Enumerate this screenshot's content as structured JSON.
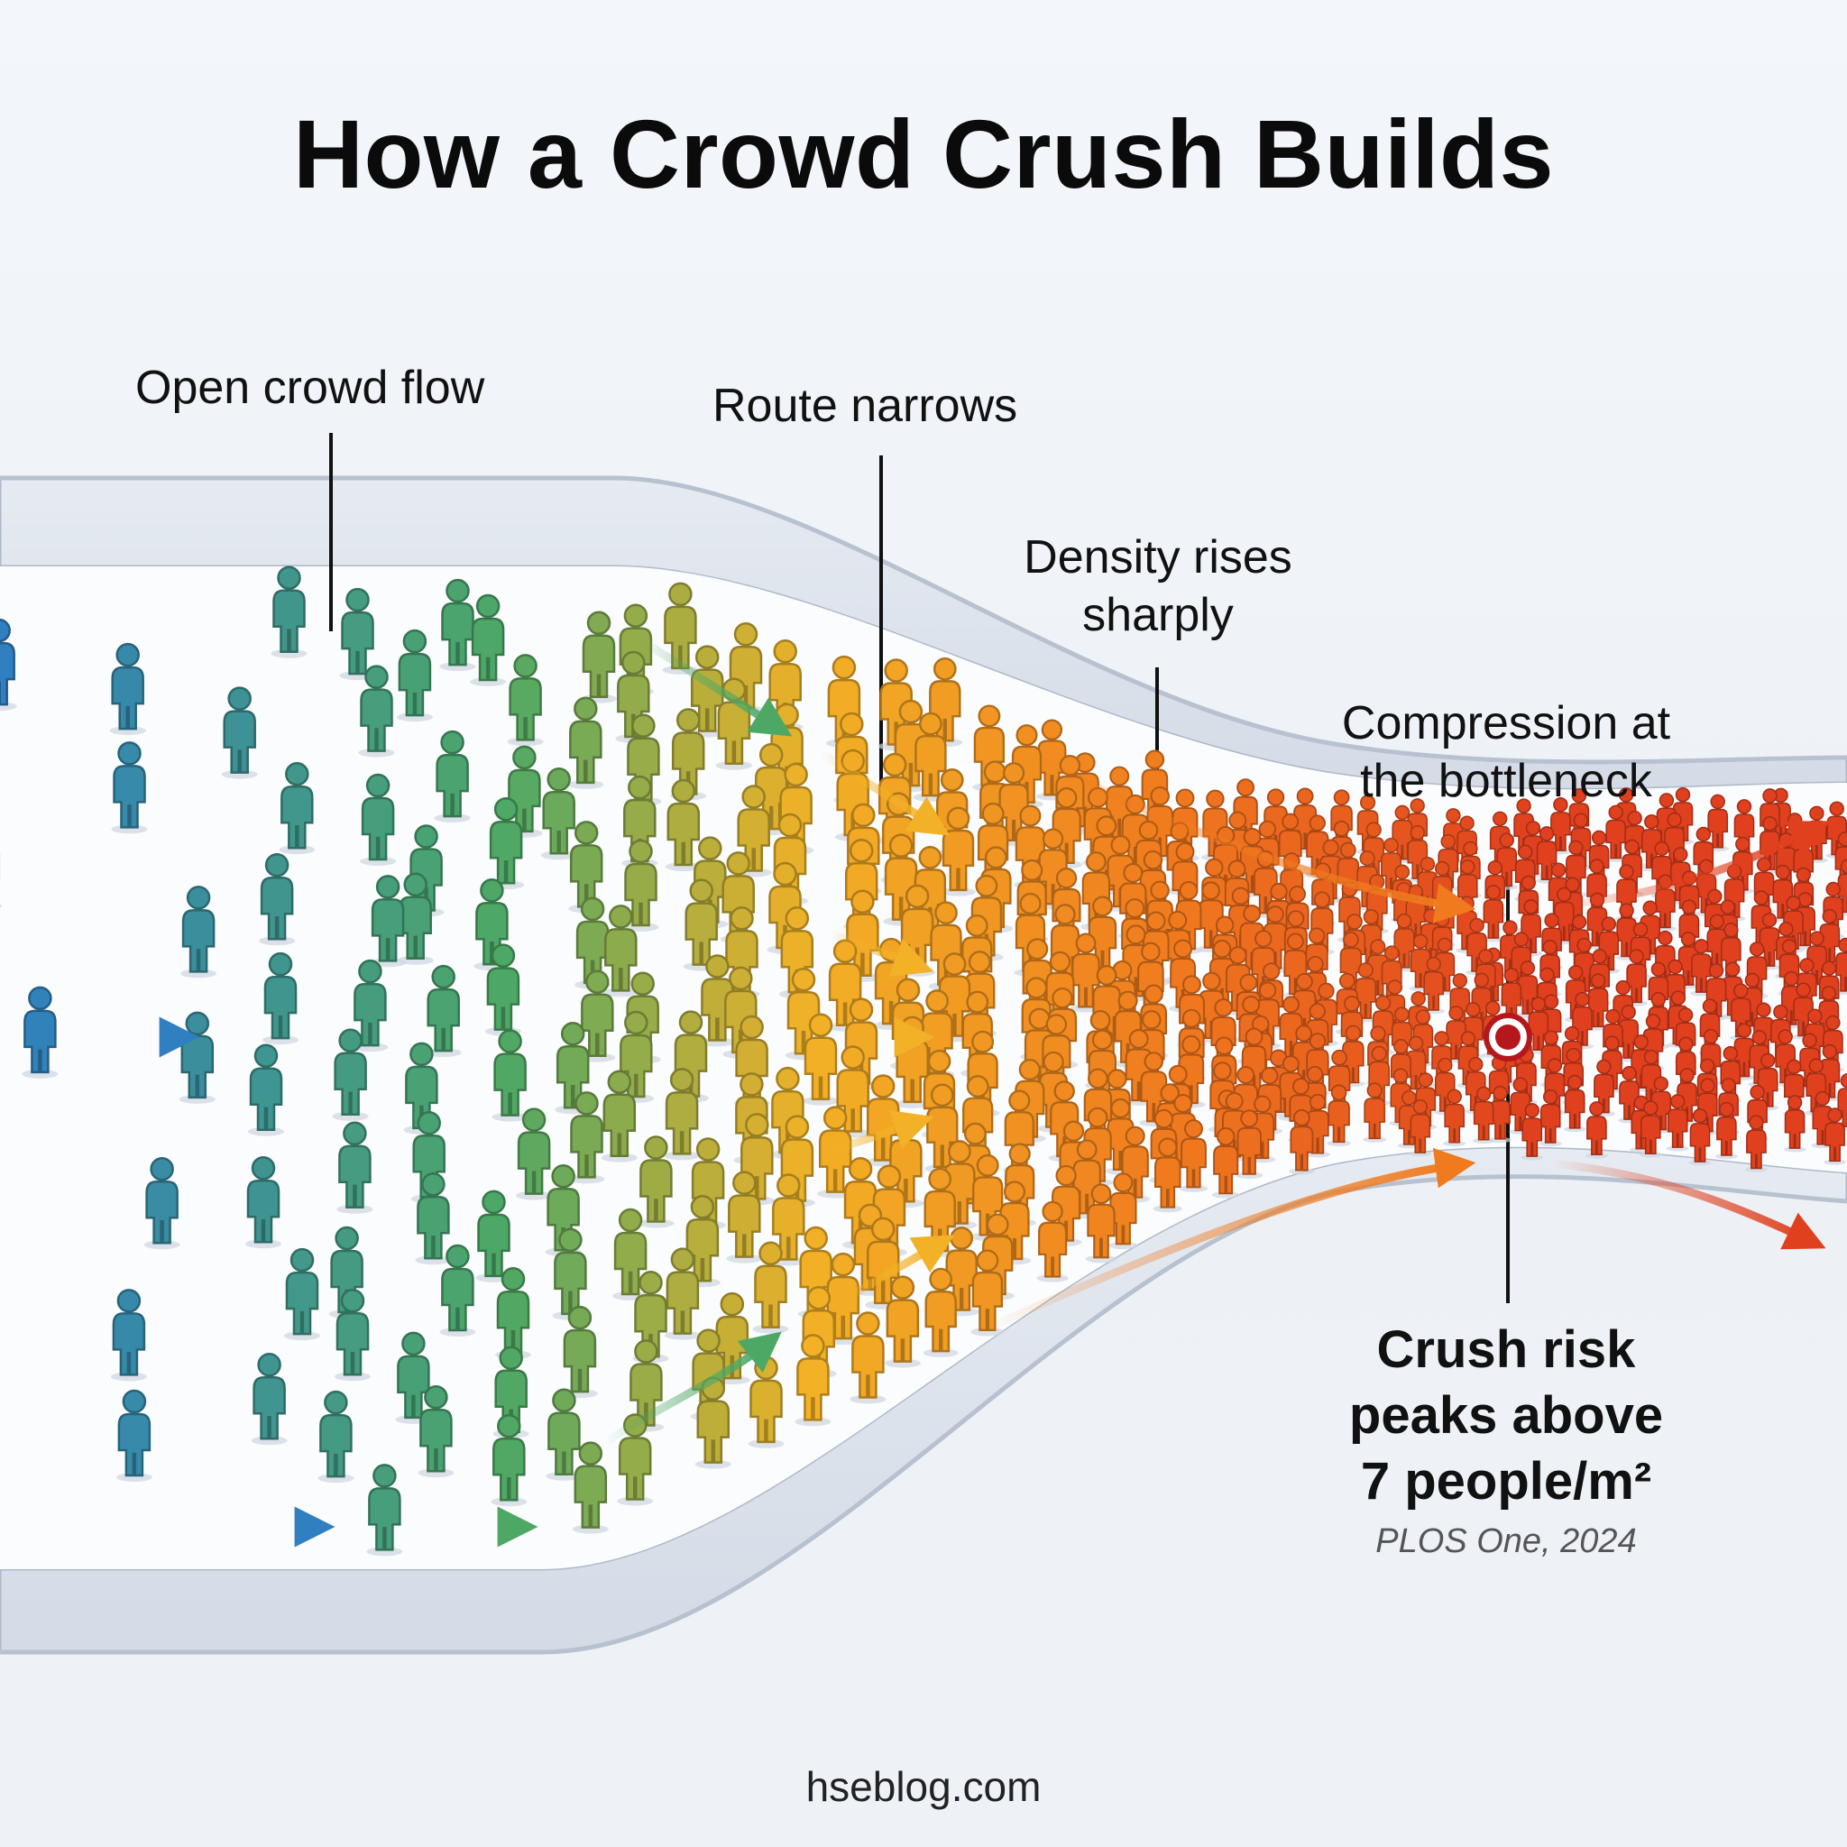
{
  "title": "How a Crowd Crush Builds",
  "labels": {
    "open_flow": "Open crowd flow",
    "route_narrows": "Route narrows",
    "density_rises_line1": "Density rises",
    "density_rises_line2": "sharply",
    "compression_line1": "Compression at",
    "compression_line2": "the bottleneck",
    "crush_risk_line1": "Crush risk",
    "crush_risk_line2": "peaks above",
    "crush_risk_line3": "7 people/m²"
  },
  "source": "PLOS One, 2024",
  "footer": "hseblog.com",
  "colors": {
    "open": "#2f7fc1",
    "transition": "#4ea865",
    "narrowing": "#f2b126",
    "dense": "#f07a1e",
    "crush": "#e0401e",
    "marker": "#b5171c",
    "wall_fill": "#dde4ee",
    "wall_edge": "#aeb9c8"
  },
  "icons": [
    "person-icon",
    "flow-arrow-icon",
    "bottleneck-marker-icon"
  ]
}
